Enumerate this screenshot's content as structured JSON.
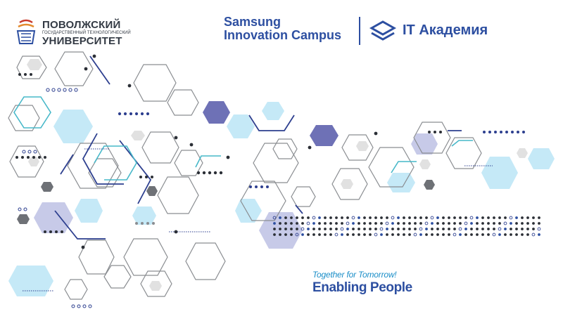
{
  "university": {
    "line1": "ПОВОЛЖСКИЙ",
    "line2": "ГОСУДАРСТВЕННЫЙ ТЕХНОЛОГИЧЕСКИЙ",
    "line3": "УНИВЕРСИТЕТ"
  },
  "samsung": {
    "line1": "Samsung",
    "line2": "Innovation Campus"
  },
  "it_academy": {
    "label": "IT Академия"
  },
  "slogan": {
    "top": "Together for Tomorrow!",
    "enabling": "Enabling",
    "people": "People"
  },
  "colors": {
    "brand_blue": "#2d4fa1",
    "light_blue": "#bfe6f5",
    "lavender": "#c4c8e6",
    "indigo": "#6b6fb4",
    "gray": "#6b6f73",
    "light_gray": "#dcdcdc",
    "teal": "#48b9c9"
  }
}
